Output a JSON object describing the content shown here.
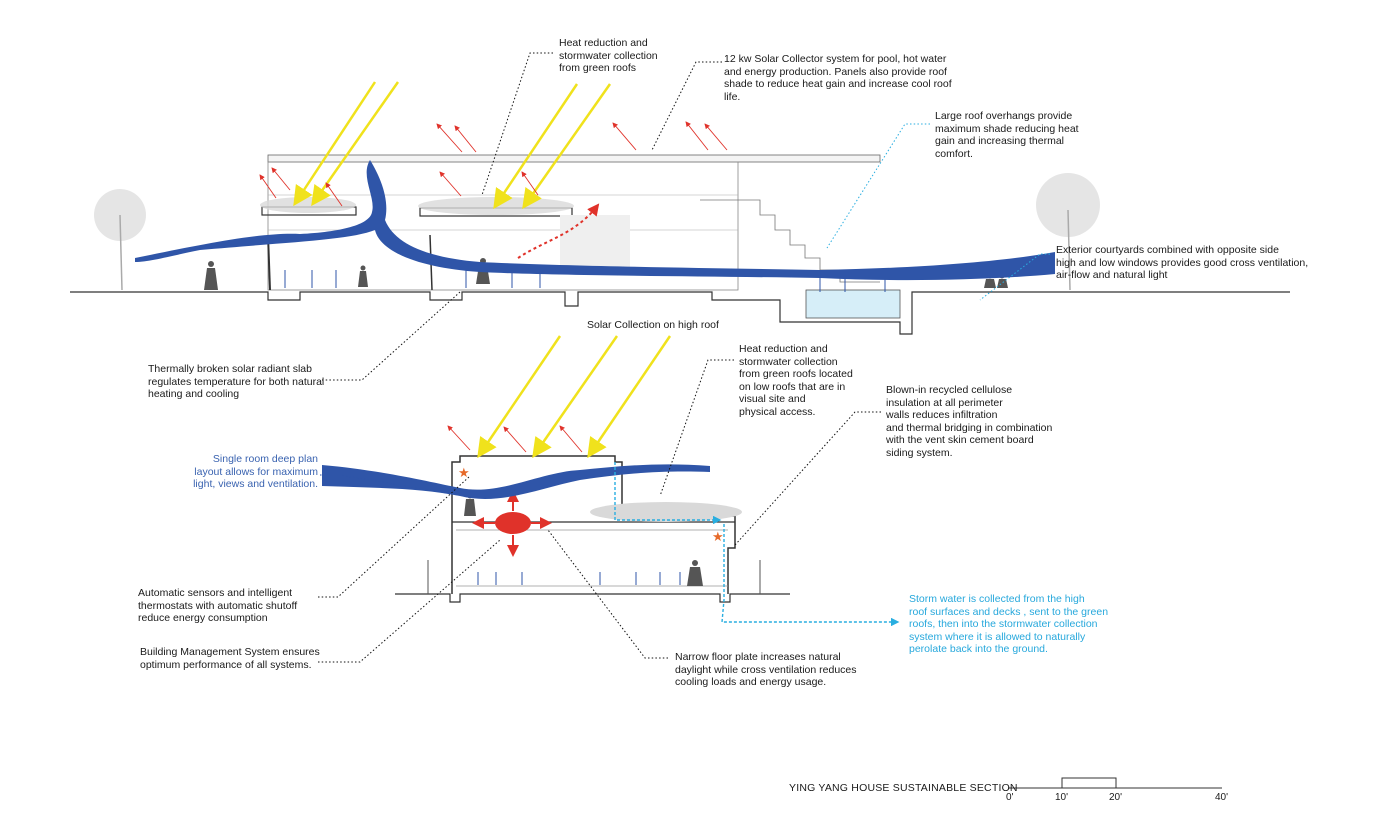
{
  "notes": {
    "green_roof_top": "Heat reduction and\nstormwater collection\nfrom green roofs",
    "solar_collector": "12 kw Solar Collector system for pool, hot water\nand energy production.  Panels also provide roof\nshade to reduce heat gain and increase cool roof\nlife.",
    "roof_overhangs": "Large roof overhangs provide\nmaximum shade reducing heat\ngain and increasing thermal\ncomfort.",
    "courtyards": "Exterior courtyards combined with opposite side\nhigh and low windows provides good cross ventilation,\nair-flow and natural light",
    "solar_high_roof": "Solar Collection on high roof",
    "radiant_slab": "Thermally broken solar radiant slab\nregulates temperature for both natural\nheating  and cooling",
    "green_roof_low": "Heat reduction and\nstormwater collection\nfrom green roofs located\non low roofs that are in\nvisual site and\nphysical access.",
    "cellulose": "Blown-in recycled cellulose\ninsulation at all perimeter\nwalls reduces infiltration\nand thermal bridging in combination\nwith the vent skin cement board\nsiding system.",
    "deep_plan": "Single room deep plan\nlayout allows for maximum\nlight, views and ventilation.",
    "sensors": "Automatic sensors and intelligent\nthermostats with automatic shutoff\nreduce energy consumption",
    "bms": "Building Management System ensures\noptimum performance of all systems.",
    "narrow_floor": "Narrow floor plate increases natural\ndaylight while cross ventilation reduces\ncooling loads and energy usage.",
    "storm_water": "Storm water is collected from the high\nroof surfaces and decks , sent to the green\nroofs, then into the stormwater collection\nsystem where it is allowed to naturally\nperolate back into the ground."
  },
  "title": "YING YANG HOUSE SUSTAINABLE SECTION",
  "scale": {
    "ticks": [
      "0'",
      "10'",
      "20'",
      "40'"
    ]
  },
  "colors": {
    "sun": "#f0e21c",
    "heat": "#e0322a",
    "wind": "#2f55a8",
    "water": "#29aee0",
    "line": "#333333",
    "vegetation": "#bfbfbf"
  }
}
